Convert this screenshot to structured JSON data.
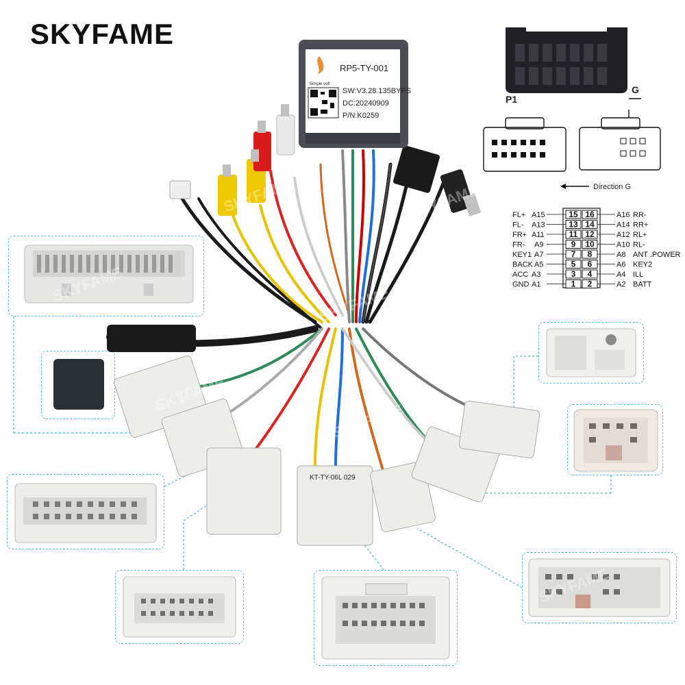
{
  "brand": {
    "name": "SKYFAME"
  },
  "module": {
    "logo_caption": "Simple soft",
    "model": "RP5-TY-001",
    "sw": "SW:V3.28.135BYPS",
    "dc": "DC:20240909",
    "pn": "P/N:K0259"
  },
  "top_diagram": {
    "p1_label": "P1",
    "g_label": "G",
    "direction": "Direction G"
  },
  "pinout": {
    "left": [
      {
        "name": "FL+",
        "pin": "A15"
      },
      {
        "name": "FL-",
        "pin": "A13"
      },
      {
        "name": "FR+",
        "pin": "A11"
      },
      {
        "name": "FR-",
        "pin": "A9"
      },
      {
        "name": "KEY1",
        "pin": "A7"
      },
      {
        "name": "BACK",
        "pin": "A5"
      },
      {
        "name": "ACC",
        "pin": "A3"
      },
      {
        "name": "GND",
        "pin": "A1"
      }
    ],
    "right": [
      {
        "name": "RR-",
        "pin": "A16"
      },
      {
        "name": "RR+",
        "pin": "A14"
      },
      {
        "name": "RL+",
        "pin": "A12"
      },
      {
        "name": "RL-",
        "pin": "A10"
      },
      {
        "name": "ANT .POWER",
        "pin": "A8"
      },
      {
        "name": "KEY2",
        "pin": "A6"
      },
      {
        "name": "ILL",
        "pin": "A4"
      },
      {
        "name": "BATT",
        "pin": "A2"
      }
    ],
    "grid_left": [
      "15",
      "13",
      "11",
      "9",
      "7",
      "5",
      "3",
      "1"
    ],
    "grid_right": [
      "16",
      "14",
      "12",
      "10",
      "8",
      "6",
      "4",
      "2"
    ]
  },
  "connector_label": "KT-TY-06L 029",
  "watermark": "SKYFAME",
  "colors": {
    "cyan_dotted": "#5bc0d4",
    "connector_white": "#ececec",
    "module_grey": "#5a5e63",
    "wire_black": "#1a1a1a"
  }
}
